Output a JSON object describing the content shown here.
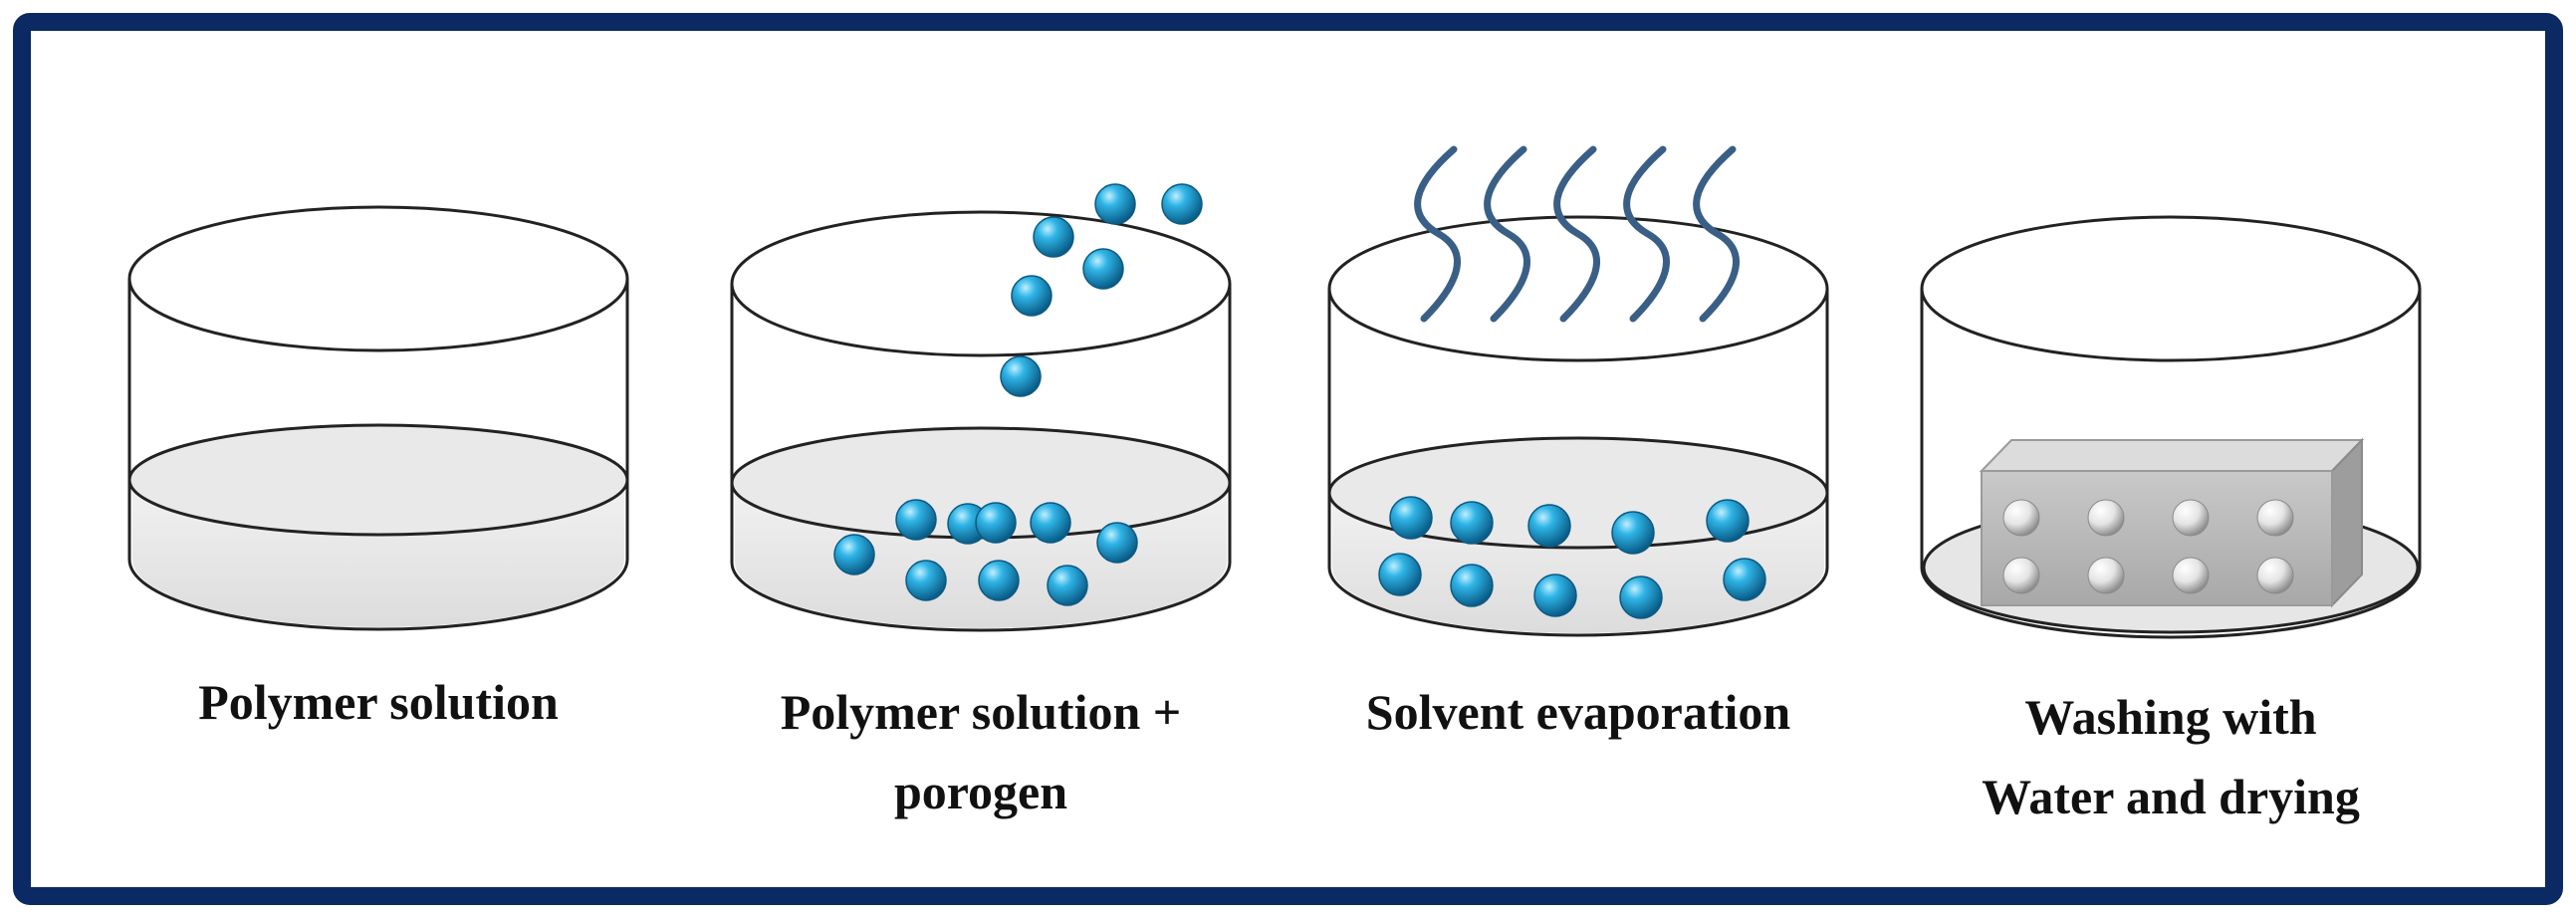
{
  "figure": {
    "border_color": "#0b2a63",
    "bead_color": "#1f9fd0",
    "steps": [
      {
        "id": "step-1",
        "label_lines": [
          "Polymer solution"
        ],
        "beads_in_liquid": 0,
        "beads_falling": 0,
        "vapor": false,
        "porous_block": false
      },
      {
        "id": "step-2",
        "label_lines": [
          "Polymer solution +",
          "porogen"
        ],
        "beads_in_liquid": 9,
        "beads_falling": 6,
        "vapor": false,
        "porous_block": false
      },
      {
        "id": "step-3",
        "label_lines": [
          "Solvent evaporation"
        ],
        "beads_in_liquid": 10,
        "beads_falling": 0,
        "vapor": true,
        "porous_block": false
      },
      {
        "id": "step-4",
        "label_lines": [
          "Washing with",
          "Water and drying"
        ],
        "beads_in_liquid": 0,
        "beads_falling": 0,
        "vapor": false,
        "porous_block": true
      }
    ]
  }
}
